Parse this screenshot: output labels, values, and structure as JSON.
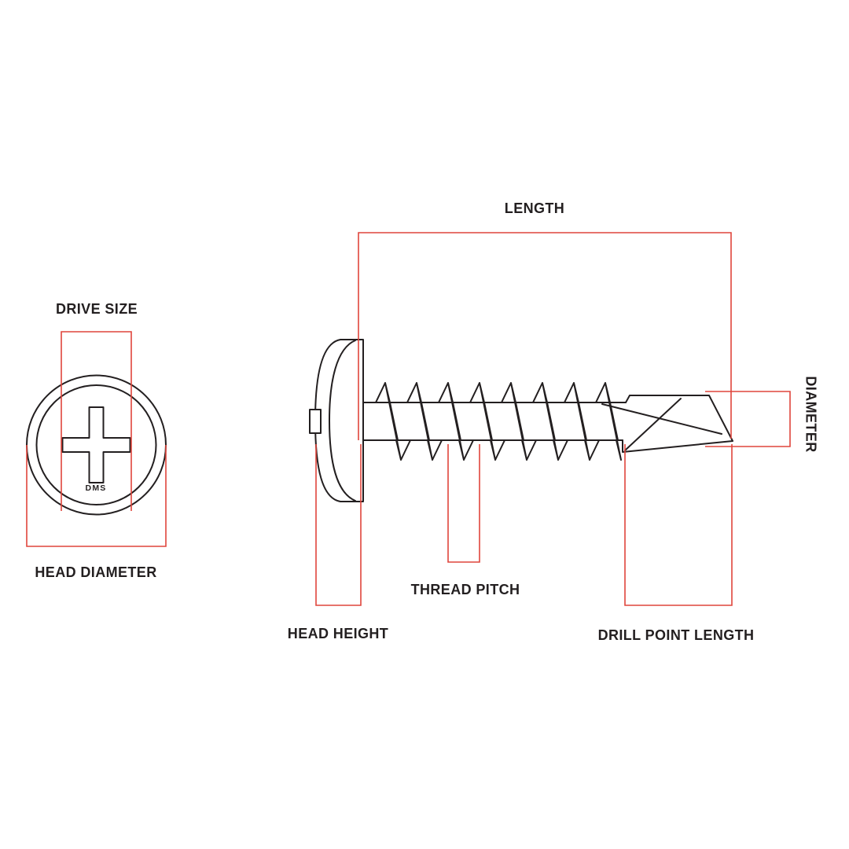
{
  "diagram": {
    "type": "technical-dimension-diagram",
    "subject": "self-drilling wafer head screw",
    "labels": {
      "length": "LENGTH",
      "drive_size": "DRIVE SIZE",
      "head_diameter": "HEAD DIAMETER",
      "head_height": "HEAD HEIGHT",
      "thread_pitch": "THREAD PITCH",
      "drill_point_length": "DRILL POINT LENGTH",
      "diameter": "DIAMETER",
      "head_marking": "DMS"
    },
    "colors": {
      "line_art": "#231f20",
      "annotation": "#df453c",
      "background": "#ffffff"
    }
  }
}
